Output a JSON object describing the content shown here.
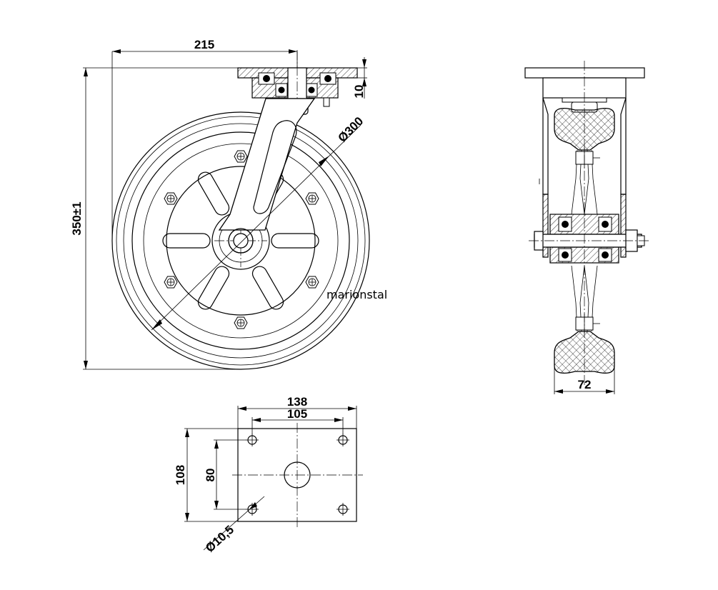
{
  "dimensions": {
    "offset": "215",
    "plate_thickness": "10",
    "height": "350±1",
    "wheel_diameter": "Ø300",
    "wheel_width": "72",
    "plate_length": "138",
    "hole_spacing_x": "105",
    "plate_width": "108",
    "hole_spacing_y": "80",
    "hole_diameter": "Ø10,5"
  },
  "brand": "marionstal"
}
